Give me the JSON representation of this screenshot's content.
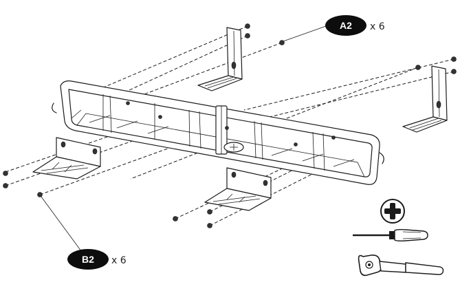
{
  "callouts": {
    "a2": {
      "label": "A2",
      "qty": "x 6"
    },
    "b2": {
      "label": "B2",
      "qty": "x 6"
    }
  },
  "tools": {
    "screwdriver_tip": "phillips-plus-icon",
    "screwdriver": "screwdriver-icon",
    "ratchet": "ratchet-wrench-icon"
  },
  "colors": {
    "ink": "#1a1a1a",
    "callout_fill": "#0d0d0d",
    "callout_text": "#ffffff"
  }
}
